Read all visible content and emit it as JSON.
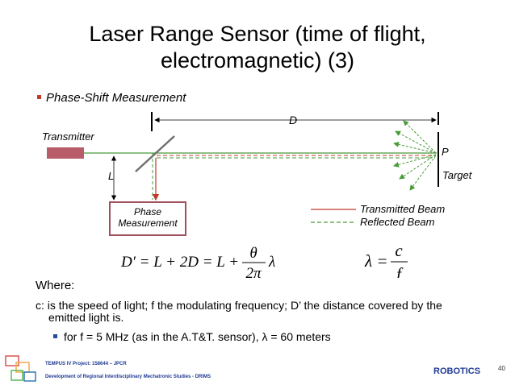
{
  "slide": {
    "title_line1": "Laser Range Sensor (time of flight,",
    "title_line2": "electromagnetic) (3)",
    "bullet_heading": "Phase-Shift Measurement",
    "where_label": "Where:",
    "definition_line1": "c: is the speed of light;  f the modulating frequency; D’ the distance covered by the",
    "definition_line2": "emitted light is.",
    "example": "for f = 5 MHz (as in the A.T&T. sensor), λ = 60 meters"
  },
  "diagram": {
    "transmitter_label": "Transmitter",
    "distance_label": "D",
    "length_label": "L",
    "target_point_label": "P",
    "target_label": "Target",
    "phase_box_line1": "Phase",
    "phase_box_line2": "Measurement",
    "legend_transmitted": "Transmitted Beam",
    "legend_reflected": "Reflected Beam",
    "colors": {
      "transmitted": "#c0392b",
      "reflected": "#4a9a3a",
      "transmitter_block": "#b85c6a",
      "phase_box_border": "#a0505c"
    }
  },
  "formulas": {
    "f1_lhs": "D′ = L + 2D = L +",
    "f1_num": "θ",
    "f1_den": "2π",
    "f1_tail": "λ",
    "f2_lhs": "λ =",
    "f2_num": "c",
    "f2_den": "f"
  },
  "footer": {
    "project": "TEMPUS IV Project: 158644 – JPCR",
    "program": "Development of Regional Interdisciplinary Mechatronic Studies - DRIMS",
    "course": "ROBOTICS",
    "page_number": "40"
  }
}
